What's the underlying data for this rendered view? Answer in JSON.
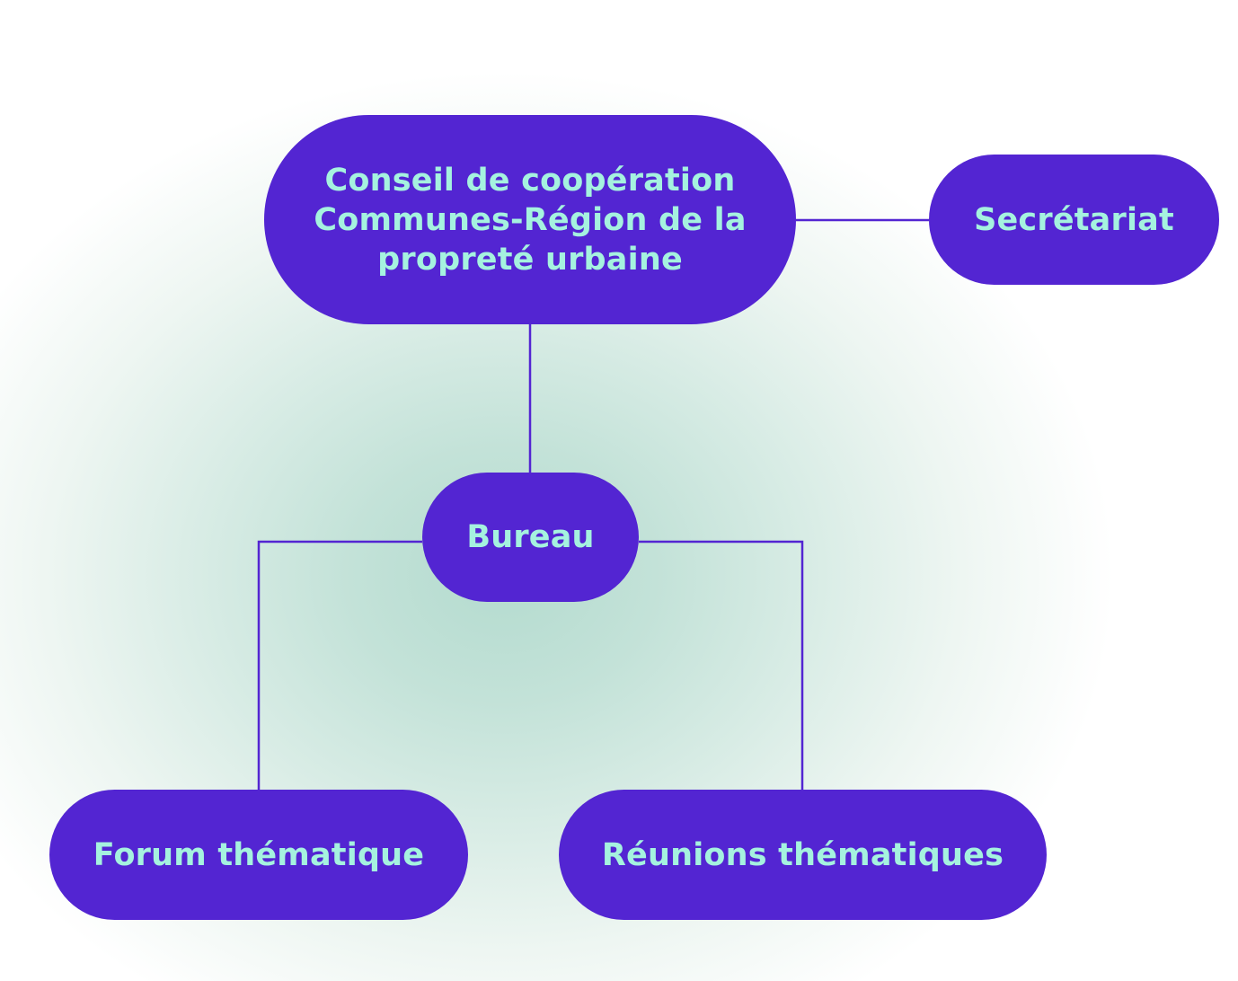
{
  "diagram": {
    "nodes": {
      "conseil": "Conseil de coopération Communes-Région de la propreté urbaine",
      "secretariat": "Secrétariat",
      "bureau": "Bureau",
      "forum": "Forum thématique",
      "reunions": "Réunions thématiques"
    },
    "edges": [
      {
        "from": "conseil",
        "to": "secretariat"
      },
      {
        "from": "conseil",
        "to": "bureau"
      },
      {
        "from": "bureau",
        "to": "forum"
      },
      {
        "from": "bureau",
        "to": "reunions"
      }
    ]
  },
  "colors": {
    "node_fill": "#5325d2",
    "node_text": "#a5f2df",
    "connector": "#5325d2",
    "background_glow": "#b4dbcf"
  }
}
